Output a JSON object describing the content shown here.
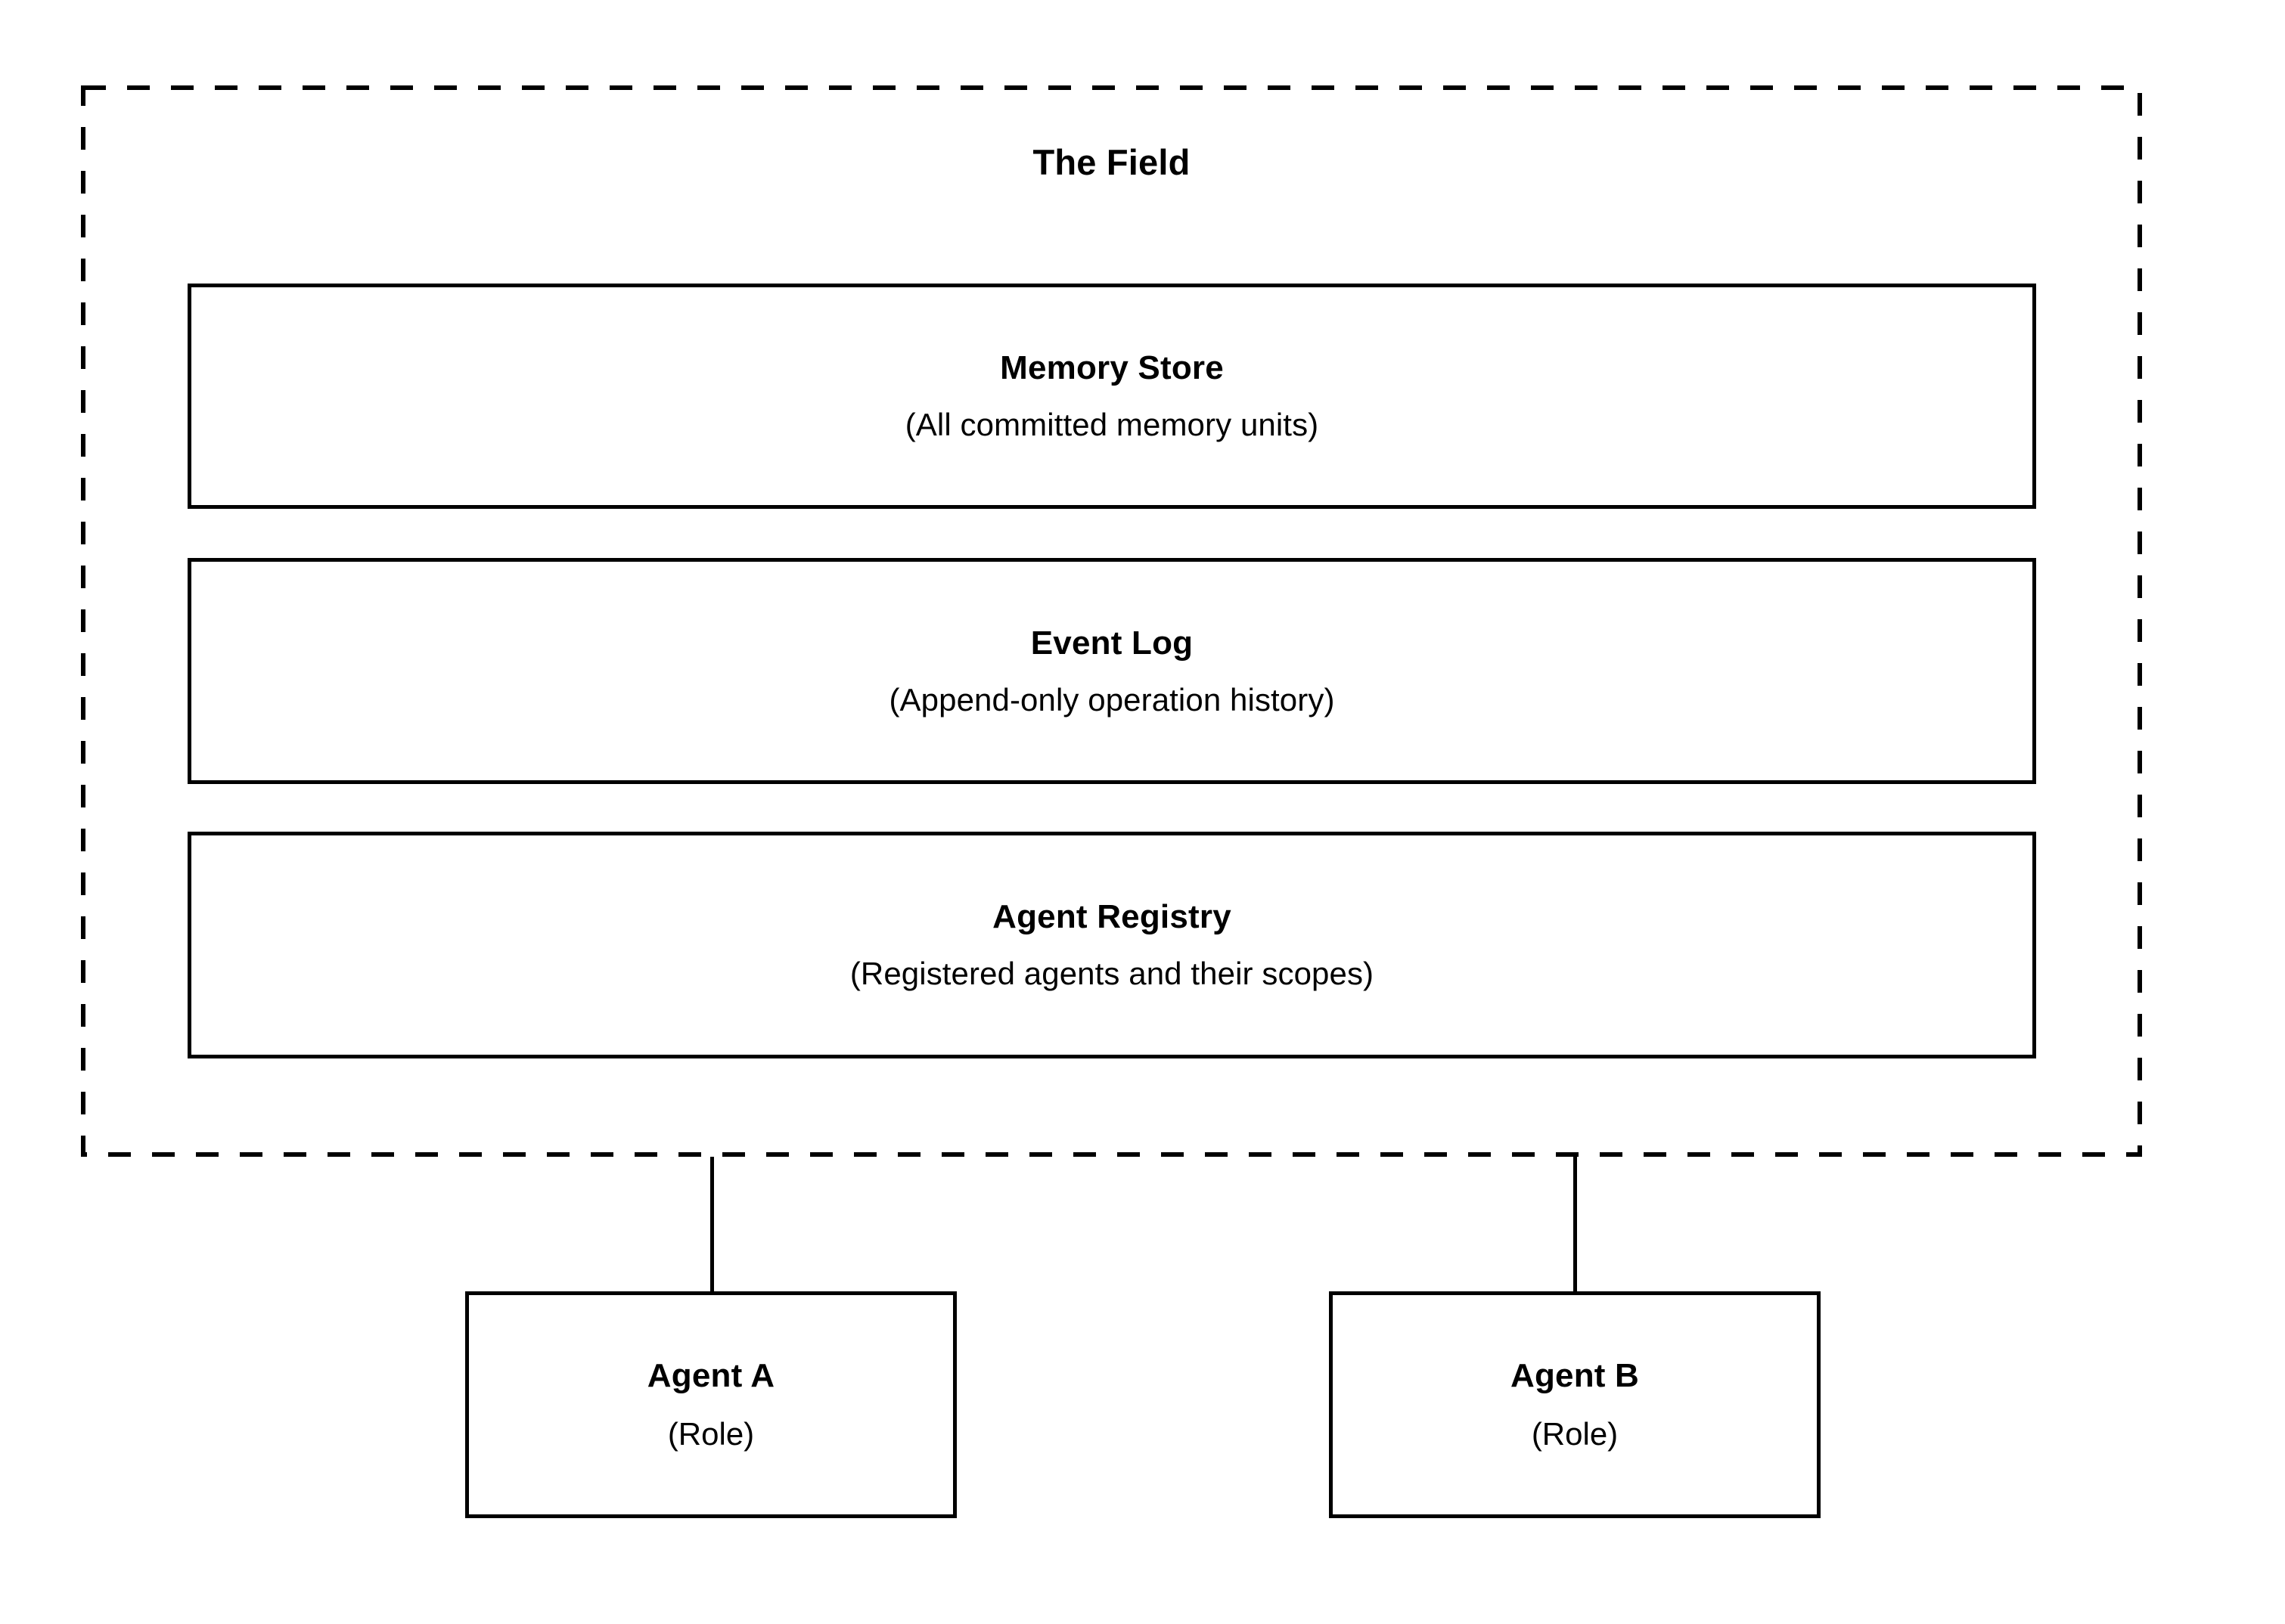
{
  "diagram": {
    "field": {
      "title": "The Field",
      "border_style": "dashed",
      "border_color": "#000000",
      "components": [
        {
          "title": "Memory Store",
          "subtitle": "(All committed memory units)"
        },
        {
          "title": "Event Log",
          "subtitle": "(Append-only operation history)"
        },
        {
          "title": "Agent Registry",
          "subtitle": "(Registered agents and their scopes)"
        }
      ]
    },
    "agents": [
      {
        "title": "Agent A",
        "subtitle": "(Role)"
      },
      {
        "title": "Agent B",
        "subtitle": "(Role)"
      }
    ]
  }
}
